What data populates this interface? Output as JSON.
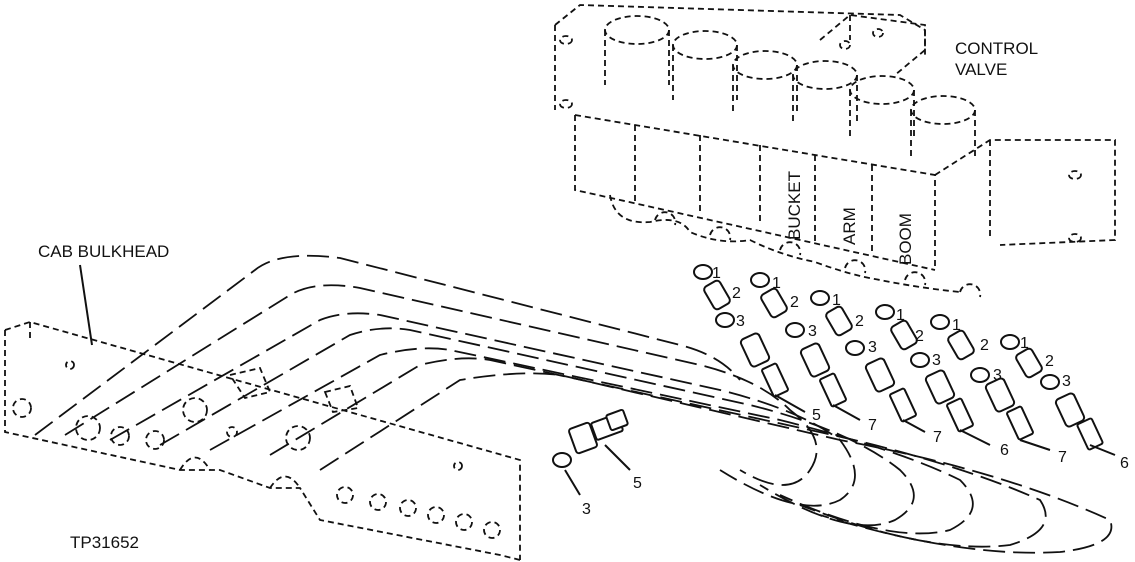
{
  "labels": {
    "control_valve_line1": "CONTROL",
    "control_valve_line2": "VALVE",
    "cab_bulkhead": "CAB BULKHEAD",
    "bucket": "BUCKET",
    "arm": "ARM",
    "boom": "BOOM",
    "figure_id": "TP31652"
  },
  "part_numbers": {
    "one": "1",
    "two": "2",
    "three": "3",
    "five": "5",
    "six": "6",
    "seven": "7"
  }
}
